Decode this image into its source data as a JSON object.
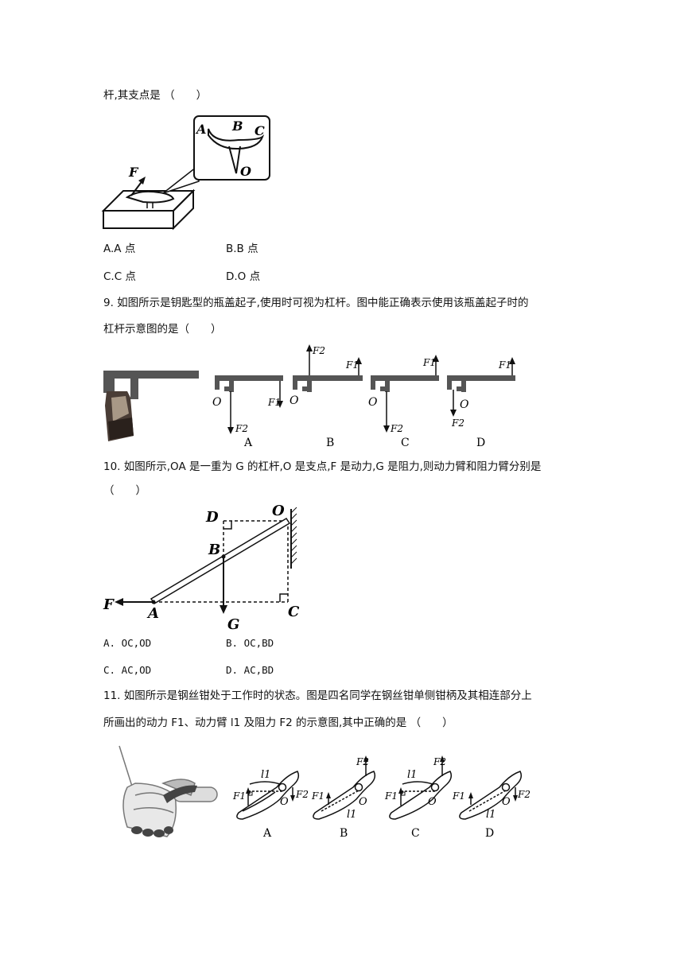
{
  "q8": {
    "stem_tail": "杆,其支点是 （　　）",
    "figure_labels": {
      "A": "A",
      "B": "B",
      "C": "C",
      "O": "O",
      "F": "F"
    },
    "options": [
      "A.A 点",
      "B.B 点",
      "C.C 点",
      "D.O 点"
    ]
  },
  "q9": {
    "stem_line1": "9. 如图所示是钥匙型的瓶盖起子,使用时可视为杠杆。图中能正确表示使用该瓶盖起子时的",
    "stem_line2": "杠杆示意图的是（　　）",
    "figure_labels": {
      "O": "O",
      "F1": "F1",
      "F2": "F2"
    },
    "diagram_labels": [
      "A",
      "B",
      "C",
      "D"
    ]
  },
  "q10": {
    "stem_line1": "10. 如图所示,OA 是一重为 G 的杠杆,O 是支点,F 是动力,G 是阻力,则动力臂和阻力臂分别是",
    "stem_line2": "（　　）",
    "figure_labels": {
      "O": "O",
      "D": "D",
      "B": "B",
      "F": "F",
      "A": "A",
      "G": "G",
      "C": "C"
    },
    "options": [
      "A. OC,OD",
      "B. OC,BD",
      "C. AC,OD",
      "D. AC,BD"
    ]
  },
  "q11": {
    "stem_line1": "11. 如图所示是钢丝钳处于工作时的状态。图是四名同学在钢丝钳单侧钳柄及其相连部分上",
    "stem_line2": "所画出的动力 F1、动力臂 l1 及阻力 F2 的示意图,其中正确的是 （　　）",
    "figure_labels": {
      "F1": "F1",
      "F2": "F2",
      "l1": "l1",
      "O": "O"
    },
    "diagram_labels": [
      "A",
      "B",
      "C",
      "D"
    ]
  }
}
